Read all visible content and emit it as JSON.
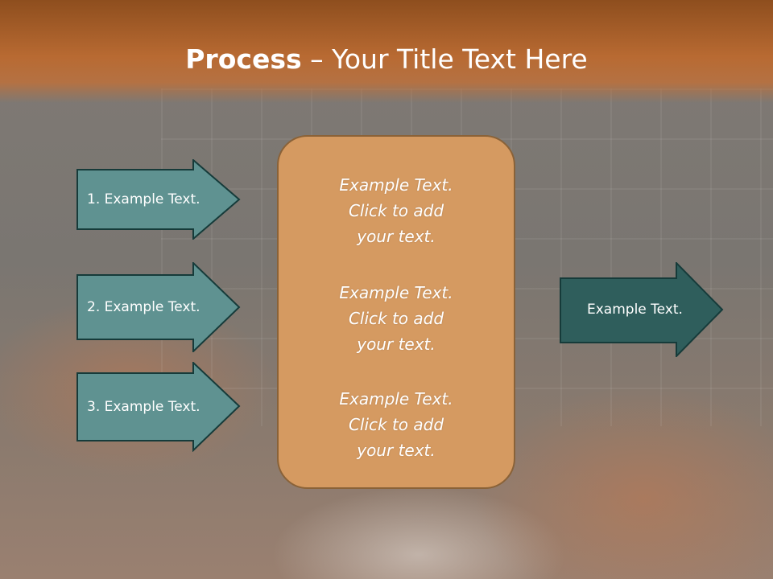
{
  "slide": {
    "title_bold": "Process",
    "title_rest": " – Your Title Text Here"
  },
  "left_steps": [
    {
      "label": "1. Example Text."
    },
    {
      "label": "2. Example Text."
    },
    {
      "label": "3. Example Text."
    }
  ],
  "center_box": {
    "blocks": [
      {
        "lines": [
          "Example Text.",
          "Click  to add",
          "your text."
        ]
      },
      {
        "lines": [
          "Example Text.",
          "Click  to add",
          "your text."
        ]
      },
      {
        "lines": [
          "Example Text.",
          "Click  to add",
          "your text."
        ]
      }
    ]
  },
  "output_arrow": {
    "label": "Example Text."
  },
  "colors": {
    "header": "#b86a32",
    "left_arrow_fill": "#5f9291",
    "right_arrow_fill": "#2f5e5c",
    "center_box_fill": "#d59a61"
  }
}
